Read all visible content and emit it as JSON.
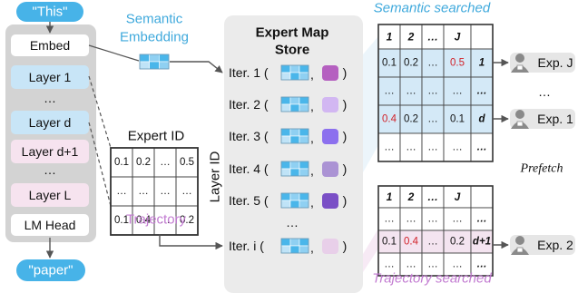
{
  "colors": {
    "blue_label": "#3fa9dc",
    "purple_label": "#c27bd1",
    "token_fill": "#47b3e8",
    "layer_blue": "#c8e5f7",
    "layer_pink": "#f6e3ef",
    "store_bg": "#ebebeb",
    "row_blue": "#d4e9f7",
    "row_pink": "#f4e4f0",
    "red_value": "#d2232a",
    "model_bg": "#d3d3d3"
  },
  "model": {
    "input_token": "\"This\"",
    "output_token": "\"paper\"",
    "layers": [
      {
        "label": "Embed",
        "style": "white"
      },
      {
        "label": "Layer 1",
        "style": "blue"
      },
      {
        "label": "Layer d",
        "style": "blue"
      },
      {
        "label": "Layer d+1",
        "style": "pink"
      },
      {
        "label": "Layer L",
        "style": "pink"
      },
      {
        "label": "LM Head",
        "style": "white"
      }
    ],
    "ellipsis": "…"
  },
  "semantic_label": [
    "Semantic",
    "Embedding"
  ],
  "trajectory_label": "Trajectory",
  "expert_id": {
    "title": "Expert ID",
    "side_label": "Layer ID",
    "rows": [
      [
        "0.1",
        "0.2",
        "…",
        "0.5"
      ],
      [
        "…",
        "…",
        "…",
        "…"
      ],
      [
        "0.1",
        "0.4",
        "…",
        "0.2"
      ]
    ]
  },
  "store": {
    "title": [
      "Expert Map",
      "Store"
    ],
    "iterations": [
      {
        "label": "Iter. 1 (",
        "swatch": "#b560c0"
      },
      {
        "label": "Iter. 2 (",
        "swatch": "#d2b7f2"
      },
      {
        "label": "Iter. 3 (",
        "swatch": "#8c70ee"
      },
      {
        "label": "Iter. 4 (",
        "swatch": "#ab93d4"
      },
      {
        "label": "Iter. 5 (",
        "swatch": "#7a4fc6"
      },
      {
        "label": "Iter. i (",
        "swatch": "#e8cfe9"
      }
    ],
    "comma": ",",
    "close": ")",
    "ellipsis": "…"
  },
  "semantic_table": {
    "header": [
      "1",
      "2",
      "…",
      "J",
      ""
    ],
    "rows": [
      {
        "cells": [
          "0.1",
          "0.2",
          "…",
          "0.5",
          "1"
        ],
        "fill": "row_blue",
        "red": [
          3
        ]
      },
      {
        "cells": [
          "…",
          "…",
          "…",
          "…",
          "…"
        ],
        "fill": "row_blue",
        "red": []
      },
      {
        "cells": [
          "0.4",
          "0.2",
          "…",
          "0.1",
          "d"
        ],
        "fill": "row_blue",
        "red": [
          0
        ]
      },
      {
        "cells": [
          "…",
          "…",
          "…",
          "…",
          "…"
        ],
        "fill": "white",
        "red": []
      }
    ]
  },
  "trajectory_table": {
    "header": [
      "1",
      "2",
      "…",
      "J",
      ""
    ],
    "rows": [
      {
        "cells": [
          "…",
          "…",
          "…",
          "…",
          "…"
        ],
        "fill": "white",
        "red": []
      },
      {
        "cells": [
          "0.1",
          "0.4",
          "…",
          "0.2",
          "d+1"
        ],
        "fill": "row_pink",
        "red": [
          1
        ]
      },
      {
        "cells": [
          "…",
          "…",
          "…",
          "…",
          "…"
        ],
        "fill": "white",
        "red": []
      }
    ]
  },
  "semantic_searched": "Semantic searched",
  "trajectory_searched": "Trajectory searched",
  "prefetch": "Prefetch",
  "experts": [
    {
      "label": "Exp. J"
    },
    {
      "label": "…"
    },
    {
      "label": "Exp. 1"
    },
    {
      "label": "Exp. 2"
    }
  ]
}
